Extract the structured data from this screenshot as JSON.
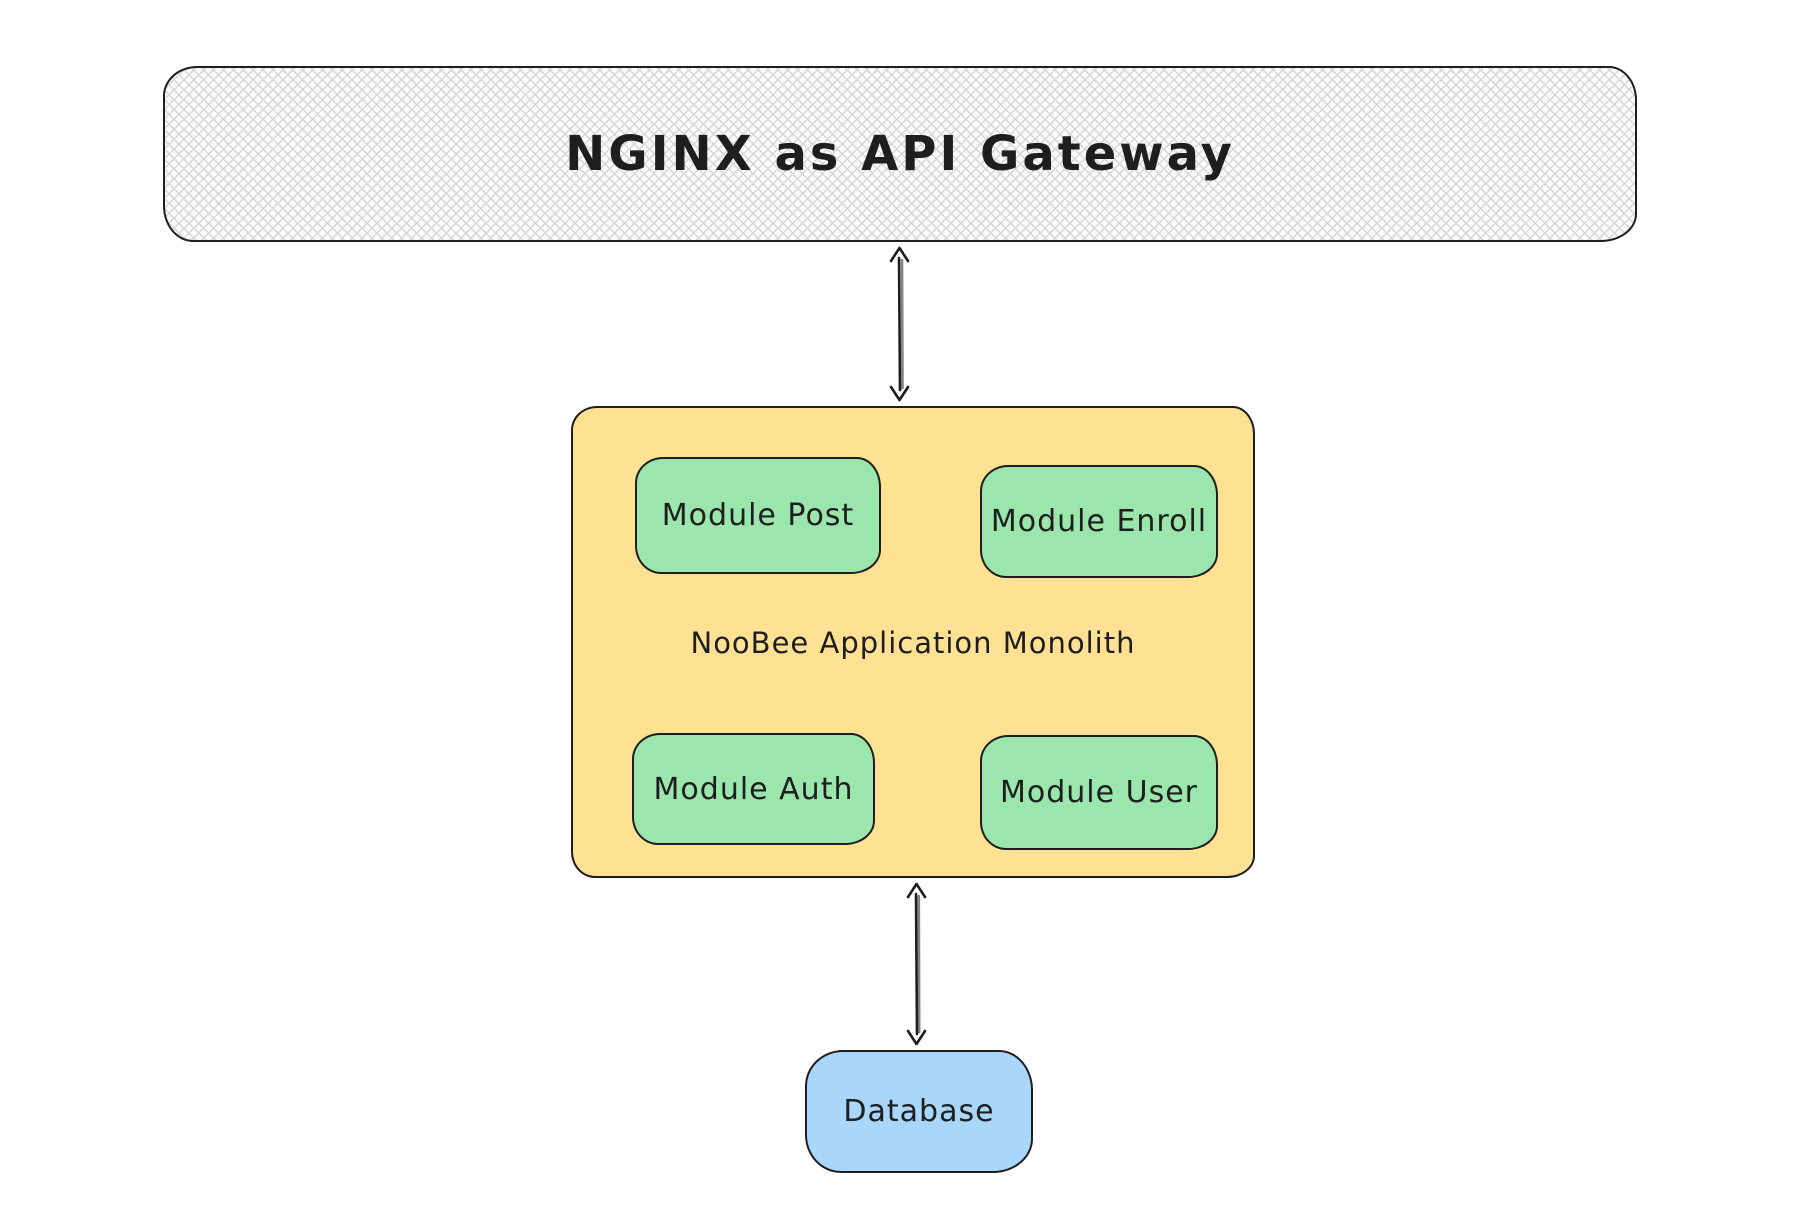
{
  "diagram": {
    "gateway": {
      "label": "NGINX as API Gateway"
    },
    "monolith": {
      "label": "NooBee Application Monolith",
      "modules": [
        {
          "label": "Module Post"
        },
        {
          "label": "Module Enroll"
        },
        {
          "label": "Module Auth"
        },
        {
          "label": "Module User"
        }
      ]
    },
    "database": {
      "label": "Database"
    },
    "colors": {
      "stroke": "#1e1e1e",
      "gateway_fill": "#fbfbfb",
      "gateway_hatch": "#d6d6d6",
      "monolith_fill": "#ffe194",
      "module_fill": "#9ae6ac",
      "database_fill": "#a8d7fb"
    }
  }
}
